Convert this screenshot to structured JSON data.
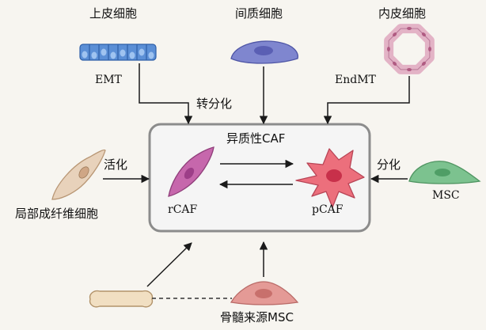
{
  "sources": {
    "epithelial": "上皮细胞",
    "mesenchymal": "间质细胞",
    "endothelial": "内皮细胞",
    "local_fibroblast": "局部成纤维细胞",
    "msc": "MSC",
    "bone_marrow_msc": "骨髓来源MSC"
  },
  "processes": {
    "emt": "EMT",
    "endmt": "EndMT",
    "transdifferentiation": "转分化",
    "activation": "活化",
    "differentiation": "分化"
  },
  "center": {
    "title": "异质性CAF",
    "rcaf": "rCAF",
    "pcaf": "pCAF"
  },
  "colors": {
    "epithelial_cell": "#5b8fd6",
    "mesenchymal_cell": "#7f86cf",
    "endothelial_cell": "#e3b3c6",
    "fibroblast": "#e8d2bb",
    "msc_cell": "#7cc28f",
    "bm_msc_cell": "#e49a96",
    "rcaf_cell": "#c667ac",
    "pcaf_cell": "#ec6f7c",
    "box_border": "#8c8c8c"
  }
}
